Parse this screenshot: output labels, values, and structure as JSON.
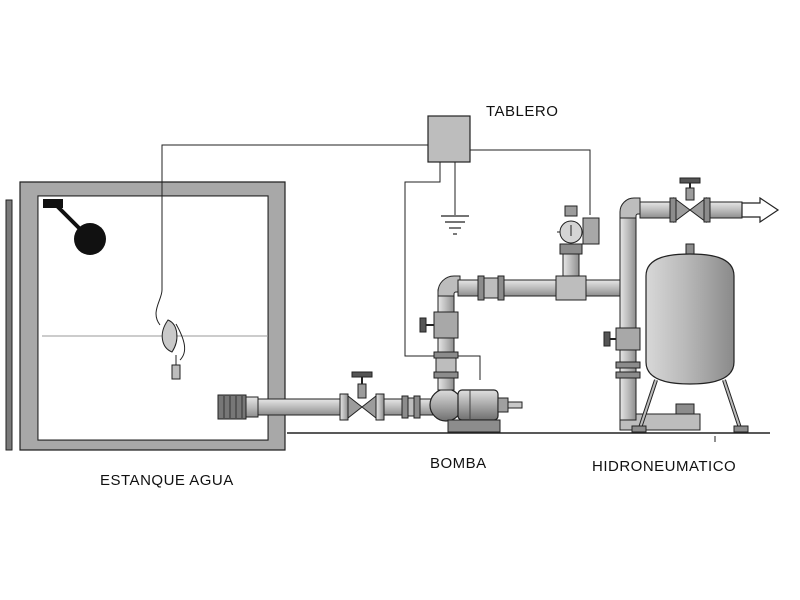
{
  "labels": {
    "tablero": "TABLERO",
    "estanque": "ESTANQUE AGUA",
    "bomba": "BOMBA",
    "hidroneumatico": "HIDRONEUMATICO"
  },
  "colors": {
    "line": "#222222",
    "pipe": "#bdbdbd",
    "pipe_dark": "#8f8f8f",
    "tank_wall": "#a8a8a8",
    "vessel": "#b5b5b5",
    "float": "#111111"
  },
  "icons": {
    "ground": "ground-symbol-icon",
    "arrow": "outlet-arrow-icon",
    "float": "float-ball-icon"
  }
}
